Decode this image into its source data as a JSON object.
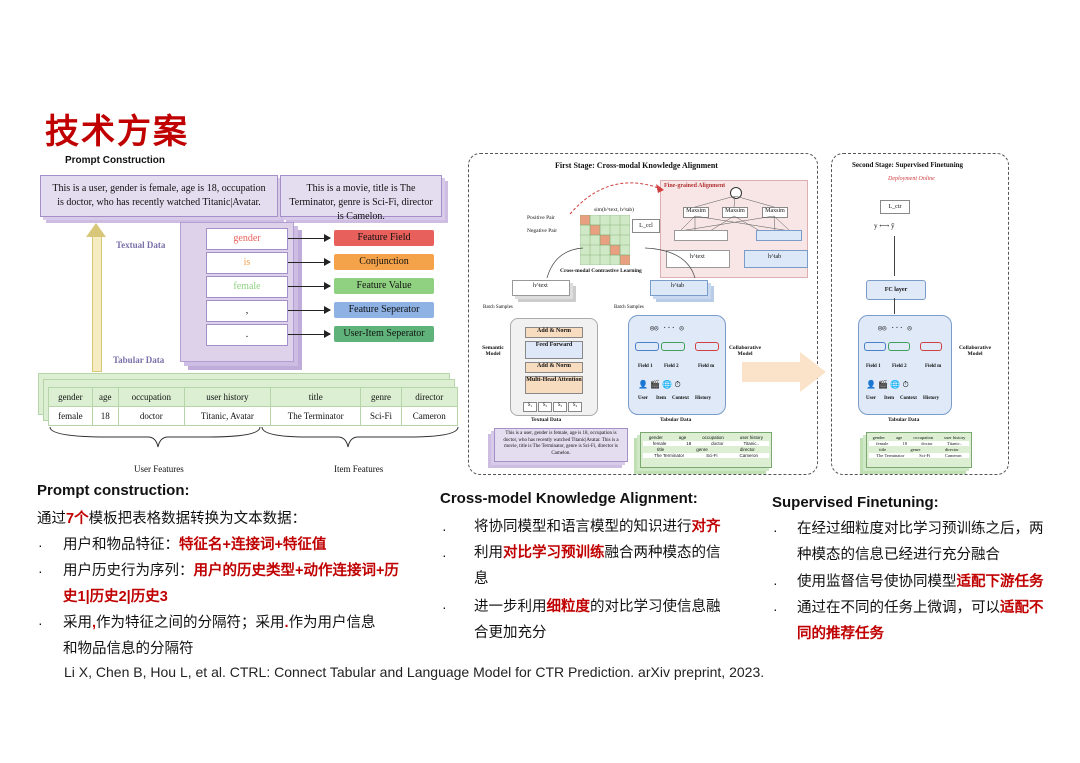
{
  "title": "技术方案",
  "prompt_fig": {
    "header": "Prompt Construction",
    "card1": "This is a user, gender is female, age is 18,  occupation is doctor, who has recently watched Titanic|Avatar.",
    "card2": "This is a movie, title is The Terminator, genre is Sci-Fi, director is Camelon.",
    "textual_label": "Textual Data",
    "tabular_label": "Tabular Data",
    "tokens": [
      "gender",
      "is",
      "female",
      ",",
      "."
    ],
    "labels": [
      {
        "text": "Feature Field",
        "color": "#e8605c"
      },
      {
        "text": "Conjunction",
        "color": "#f5a34a"
      },
      {
        "text": "Feature Value",
        "color": "#8fd180"
      },
      {
        "text": "Feature Seperator",
        "color": "#8db2e3"
      },
      {
        "text": "User-Item Seperator",
        "color": "#5fb37a"
      }
    ],
    "table_header": [
      "gender",
      "age",
      "occupation",
      "user history",
      "title",
      "genre",
      "director"
    ],
    "table_row": [
      "female",
      "18",
      "doctor",
      "Titanic, Avatar",
      "The Terminator",
      "Sci-Fi",
      "Cameron"
    ],
    "user_features": "User Features",
    "item_features": "Item Features"
  },
  "arch_fig": {
    "stage1_title": "First Stage: Cross-modal Knowledge Alignment",
    "stage2_title": "Second Stage: Supervised Finetuning",
    "deploy": "Deployment Online",
    "fine_grained": "Fine-grained Alignment",
    "maxsim": "Maxsim",
    "positive_pair": "Positive Pair",
    "negative_pair": "Negative Pair",
    "sim_formula": "sim(h^text, h^tab)",
    "l_ccl": "L_ccl",
    "cross_modal": "Cross-modal Contrastive Learning",
    "batch_samples": "Batch Samples",
    "h_text": "h^text",
    "h_tab": "h^tab",
    "semantic_model": "Semantic Model",
    "collaborative_model": "Collaborative Model",
    "add_norm": "Add & Norm",
    "feed_forward": "Feed Forward",
    "mha": "Multi-Head Attention",
    "textual_data": "Textual Data",
    "tabular_data": "Tabular Data",
    "field1": "Field 1",
    "field2": "Field 2",
    "fieldm": "Field m",
    "fields": [
      "User",
      "Item",
      "Context",
      "History"
    ],
    "fc_layer": "FC layer",
    "l_ctr": "L_ctr",
    "y_pred": "y ⟷ ŷ",
    "text_sample": "This is a user, gender is female, age is 18, occupation is doctor, who has recently watched Titanic|Avatar. This is a movie, title is The Terminator, genre is Sci-Fi, director is Camelon.",
    "mini_header": [
      "gender",
      "age",
      "occupation",
      "user history"
    ],
    "mini_row": [
      "female",
      "18",
      "doctor",
      "Titanic.."
    ],
    "mini_header2": [
      "title",
      "genre",
      "director"
    ],
    "mini_row2": [
      "The Terminator",
      "Sci-Fi",
      "Cameron"
    ],
    "dots": "...",
    "token_labels": [
      "S₁",
      "S₂",
      "S₃",
      "S₄"
    ]
  },
  "sections": {
    "prompt": {
      "heading": "Prompt construction:",
      "intro_pre": "通过",
      "intro_red": "7个",
      "intro_post": "模板把表格数据转换为文本数据：",
      "b1_pre": "用户和物品特征：",
      "b1_red": "特征名+连接词+特征值",
      "b2_pre": "用户历史行为序列：",
      "b2_red1": "用户的历史类型+动作连接词+历",
      "b2_red2": "史1|历史2|历史3",
      "b3_line1_pre": "采用",
      "b3_line1_red": ",",
      "b3_line1_mid": "作为特征之间的分隔符；采用",
      "b3_line1_red2": ".",
      "b3_line1_post": "作为用户信息",
      "b3_line2": "和物品信息的分隔符"
    },
    "alignment": {
      "heading": "Cross-model Knowledge Alignment:",
      "b1_pre": "将协同模型和语言模型的知识进行",
      "b1_red": "对齐",
      "b2_pre": "利用",
      "b2_red": "对比学习预训练",
      "b2_post": "融合两种模态的信",
      "b2_line2": "息",
      "b3_pre": "进一步利用",
      "b3_red": "细粒度",
      "b3_post": "的对比学习使信息融",
      "b3_line2": "合更加充分"
    },
    "finetune": {
      "heading": "Supervised Finetuning:",
      "b1_line1": "在经过细粒度对比学习预训练之后，两",
      "b1_line2": "种模态的信息已经进行充分融合",
      "b2_pre": "使用监督信号使协同模型",
      "b2_red": "适配下游任务",
      "b3_pre": "通过在不同的任务上微调，可以",
      "b3_red1": "适配不",
      "b3_red2": "同的推荐任务"
    }
  },
  "bullet": "·",
  "reference": "Li X, Chen B, Hou L, et al. CTRL: Connect Tabular and Language Model for CTR Prediction. arXiv preprint, 2023."
}
